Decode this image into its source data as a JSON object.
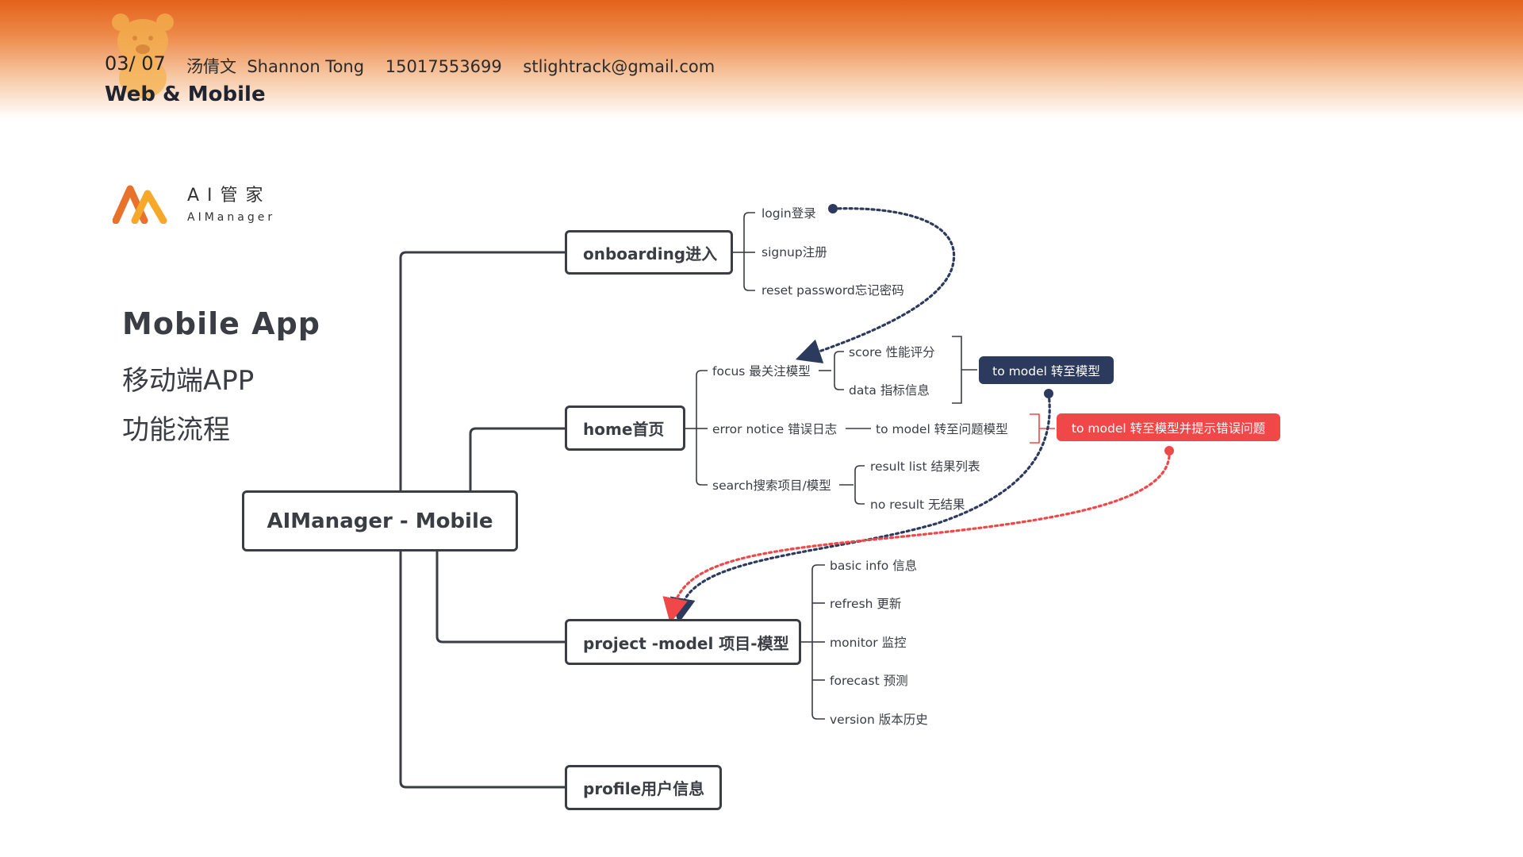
{
  "header": {
    "page_number": "03/ 07",
    "author_line": "汤倩文  Shannon Tong    15017553699    stlightrack@gmail.com",
    "section_title": "Web & Mobile"
  },
  "logo": {
    "name_cn": "AI管家",
    "name_en": "AIManager"
  },
  "intro": {
    "title": "Mobile  App",
    "subtitle_line1": "移动端APP",
    "subtitle_line2": "功能流程"
  },
  "diagram": {
    "root": "AIManager - Mobile",
    "branches": {
      "onboarding": {
        "label": "onboarding进入",
        "children": [
          "login登录",
          "signup注册",
          "reset password忘记密码"
        ]
      },
      "home": {
        "label": "home首页",
        "focus": "focus 最关注模型",
        "focus_children": [
          "score 性能评分",
          "data 指标信息"
        ],
        "error_notice": "error notice 错误日志",
        "error_target": "to model 转至问题模型",
        "search": "search搜索项目/模型",
        "search_children": [
          "result list 结果列表",
          "no result 无结果"
        ]
      },
      "project": {
        "label": "project -model 项目-模型",
        "children": [
          "basic info 信息",
          "refresh 更新",
          "monitor 监控",
          "forecast 预测",
          "version 版本历史"
        ]
      },
      "profile": {
        "label": "profile用户信息"
      }
    },
    "callouts": {
      "to_model": "to model 转至模型",
      "to_model_error": "to model 转至模型并提示错误问题"
    }
  },
  "colors": {
    "header_orange": "#e4611a",
    "line": "#3a3d44",
    "navy": "#2c3a5e",
    "red": "#f04848",
    "logo_orange": "#e8722b",
    "logo_yellow": "#f6a82a"
  }
}
